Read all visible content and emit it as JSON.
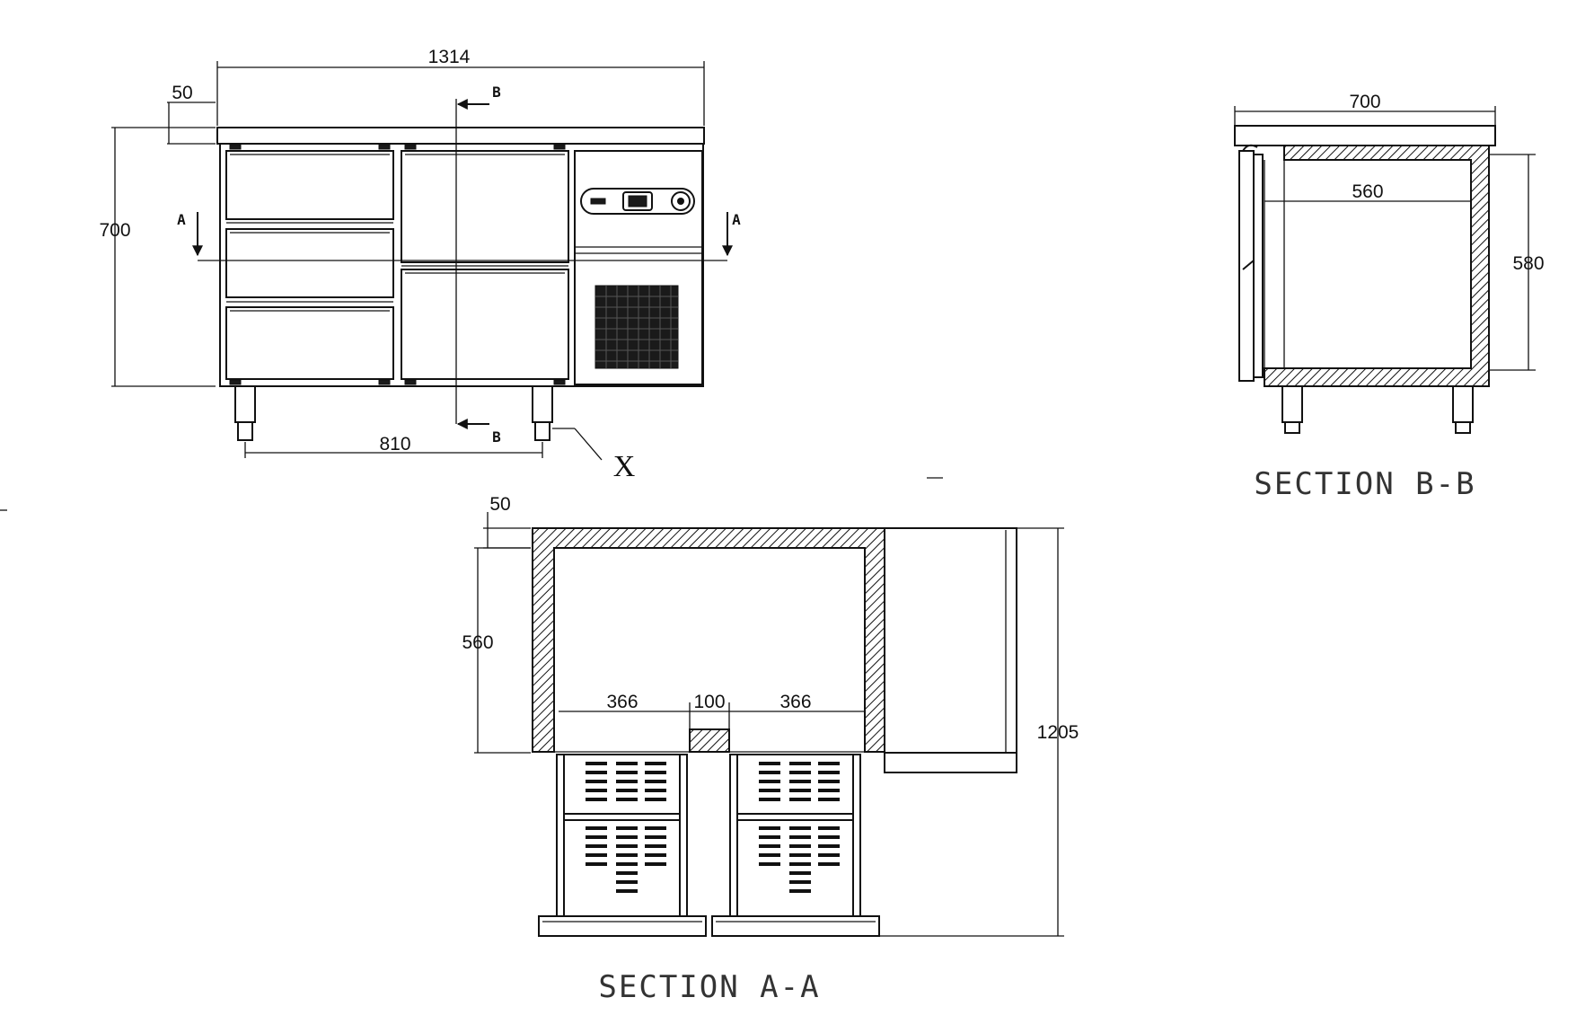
{
  "front_view": {
    "dim_width": "1314",
    "dim_height": "700",
    "dim_top_offset": "50",
    "dim_leg_span": "810",
    "section_mark_b": "B",
    "section_mark_a": "A",
    "callout": "X"
  },
  "section_bb": {
    "title": "SECTION B-B",
    "dim_width": "700",
    "dim_inner_width": "560",
    "dim_inner_height": "580"
  },
  "section_aa": {
    "title": "SECTION A-A",
    "dim_top_offset": "50",
    "dim_inner_height": "560",
    "dim_bay_left": "366",
    "dim_divider": "100",
    "dim_bay_right": "366",
    "dim_total_depth": "1205"
  },
  "colors": {
    "line": "#111111",
    "background": "#ffffff"
  }
}
